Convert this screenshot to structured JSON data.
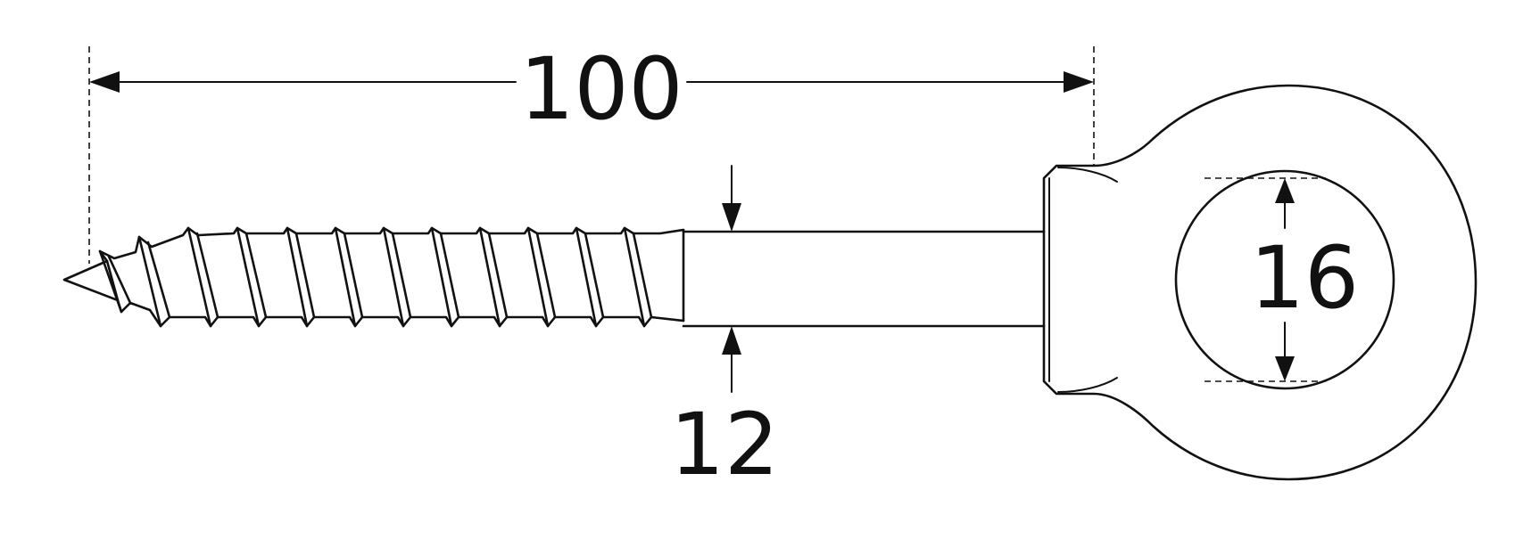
{
  "drawing": {
    "subject": "eye screw",
    "dimensions": {
      "length": "100",
      "shank_diameter": "12",
      "eye_inner_diameter": "16"
    }
  }
}
